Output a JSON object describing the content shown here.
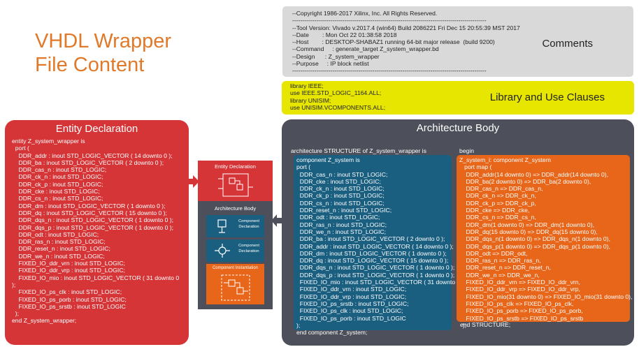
{
  "title": {
    "line1": "VHDL Wrapper",
    "line2": "File Content"
  },
  "comments": {
    "label": "Comments",
    "lines": [
      "--Copyright 1986-2017 Xilinx, Inc. All Rights Reserved.",
      "-------------------------------------------------------------------------------------------------",
      "--Tool Version: Vivado v.2017.4 (win64) Build 2086221 Fri Dec 15 20:55:39 MST 2017",
      "--Date        : Mon Oct 22 01:38:58 2018",
      "--Host        : DESKTOP-SHABAZ1 running 64-bit major release  (build 9200)",
      "--Command     : generate_target Z_system_wrapper.bd",
      "--Design      : Z_system_wrapper",
      "--Purpose     : IP block netlist",
      "-------------------------------------------------------------------------------------------------"
    ]
  },
  "library": {
    "label": "Library and Use Clauses",
    "lines": [
      "library IEEE;",
      "use IEEE.STD_LOGIC_1164.ALL;",
      "library UNISIM;",
      "use UNISIM.VCOMPONENTS.ALL;"
    ]
  },
  "entity": {
    "label": "Entity Declaration",
    "lines": [
      "entity Z_system_wrapper is",
      "  port (",
      "    DDR_addr : inout STD_LOGIC_VECTOR ( 14 downto 0 );",
      "    DDR_ba : inout STD_LOGIC_VECTOR ( 2 downto 0 );",
      "    DDR_cas_n : inout STD_LOGIC;",
      "    DDR_ck_n : inout STD_LOGIC;",
      "    DDR_ck_p : inout STD_LOGIC;",
      "    DDR_cke : inout STD_LOGIC;",
      "    DDR_cs_n : inout STD_LOGIC;",
      "    DDR_dm : inout STD_LOGIC_VECTOR ( 1 downto 0 );",
      "    DDR_dq : inout STD_LOGIC_VECTOR ( 15 downto 0 );",
      "    DDR_dqs_n : inout STD_LOGIC_VECTOR ( 1 downto 0 );",
      "    DDR_dqs_p : inout STD_LOGIC_VECTOR ( 1 downto 0 );",
      "    DDR_odt : inout STD_LOGIC;",
      "    DDR_ras_n : inout STD_LOGIC;",
      "    DDR_reset_n : inout STD_LOGIC;",
      "    DDR_we_n : inout STD_LOGIC;",
      "    FIXED_IO_ddr_vrn : inout STD_LOGIC;",
      "    FIXED_IO_ddr_vrp : inout STD_LOGIC;",
      "    FIXED_IO_mio : inout STD_LOGIC_VECTOR ( 31 downto 0",
      ");",
      "    FIXED_IO_ps_clk : inout STD_LOGIC;",
      "    FIXED_IO_ps_porb : inout STD_LOGIC;",
      "    FIXED_IO_ps_srstb : inout STD_LOGIC",
      "  );",
      "end Z_system_wrapper;"
    ]
  },
  "legend": {
    "entity_label": "Entity Declaration",
    "architecture_label": "Architecture Body",
    "component_label_1": "Component\nDeclaration",
    "component_label_2": "Component\nDeclaration",
    "instantiation_label": "Component Instantiation"
  },
  "architecture": {
    "label": "Architecture Body",
    "header": "architecture STRUCTURE of Z_system_wrapper is",
    "begin": "begin",
    "end_line": "end STRUCTURE;",
    "component_lines": [
      "component Z_system is",
      "port (",
      "  DDR_cas_n : inout STD_LOGIC;",
      "  DDR_cke : inout STD_LOGIC;",
      "  DDR_ck_n : inout STD_LOGIC;",
      "  DDR_ck_p : inout STD_LOGIC;",
      "  DDR_cs_n : inout STD_LOGIC;",
      "  DDR_reset_n : inout STD_LOGIC;",
      "  DDR_odt : inout STD_LOGIC;",
      "  DDR_ras_n : inout STD_LOGIC;",
      "  DDR_we_n : inout STD_LOGIC;",
      "  DDR_ba : inout STD_LOGIC_VECTOR ( 2 downto 0 );",
      "  DDR_addr : inout STD_LOGIC_VECTOR ( 14 downto 0 );",
      "  DDR_dm : inout STD_LOGIC_VECTOR ( 1 downto 0 );",
      "  DDR_dq : inout STD_LOGIC_VECTOR ( 15 downto 0 );",
      "  DDR_dqs_n : inout STD_LOGIC_VECTOR ( 1 downto 0 );",
      "  DDR_dqs_p : inout STD_LOGIC_VECTOR ( 1 downto 0 );",
      "  FIXED_IO_mio : inout STD_LOGIC_VECTOR ( 31 downto 0 );",
      "  FIXED_IO_ddr_vrn : inout STD_LOGIC;",
      "  FIXED_IO_ddr_vrp : inout STD_LOGIC;",
      "  FIXED_IO_ps_srstb : inout STD_LOGIC;",
      "  FIXED_IO_ps_clk : inout STD_LOGIC;",
      "  FIXED_IO_ps_porb : inout STD_LOGIC",
      ");",
      "end component Z_system;"
    ],
    "instance_lines": [
      "Z_system_i: component Z_system",
      "   port map (",
      "    DDR_addr(14 downto 0) => DDR_addr(14 downto 0),",
      "    DDR_ba(2 downto 0) => DDR_ba(2 downto 0),",
      "    DDR_cas_n => DDR_cas_n,",
      "    DDR_ck_n => DDR_ck_n,",
      "    DDR_ck_p => DDR_ck_p,",
      "    DDR_cke => DDR_cke,",
      "    DDR_cs_n => DDR_cs_n,",
      "    DDR_dm(1 downto 0) => DDR_dm(1 downto 0),",
      "    DDR_dq(15 downto 0) => DDR_dq(15 downto 0),",
      "    DDR_dqs_n(1 downto 0) => DDR_dqs_n(1 downto 0),",
      "    DDR_dqs_p(1 downto 0) => DDR_dqs_p(1 downto 0),",
      "    DDR_odt => DDR_odt,",
      "    DDR_ras_n => DDR_ras_n,",
      "    DDR_reset_n => DDR_reset_n,",
      "    DDR_we_n => DDR_we_n,",
      "    FIXED_IO_ddr_vrn => FIXED_IO_ddr_vrn,",
      "    FIXED_IO_ddr_vrp => FIXED_IO_ddr_vrp,",
      "    FIXED_IO_mio(31 downto 0) => FIXED_IO_mio(31 downto 0),",
      "    FIXED_IO_ps_clk => FIXED_IO_ps_clk,",
      "    FIXED_IO_ps_porb => FIXED_IO_ps_porb,",
      "    FIXED_IO_ps_srstb => FIXED_IO_ps_srstb",
      "  );"
    ]
  },
  "colors": {
    "title_orange": "#e07a2a",
    "comments_gray": "#d9d9d9",
    "library_yellow": "#e6e600",
    "entity_red": "#d63538",
    "architecture_slate": "#4d4f5a",
    "component_blue": "#1a5f80",
    "instance_orange": "#e8661a"
  }
}
